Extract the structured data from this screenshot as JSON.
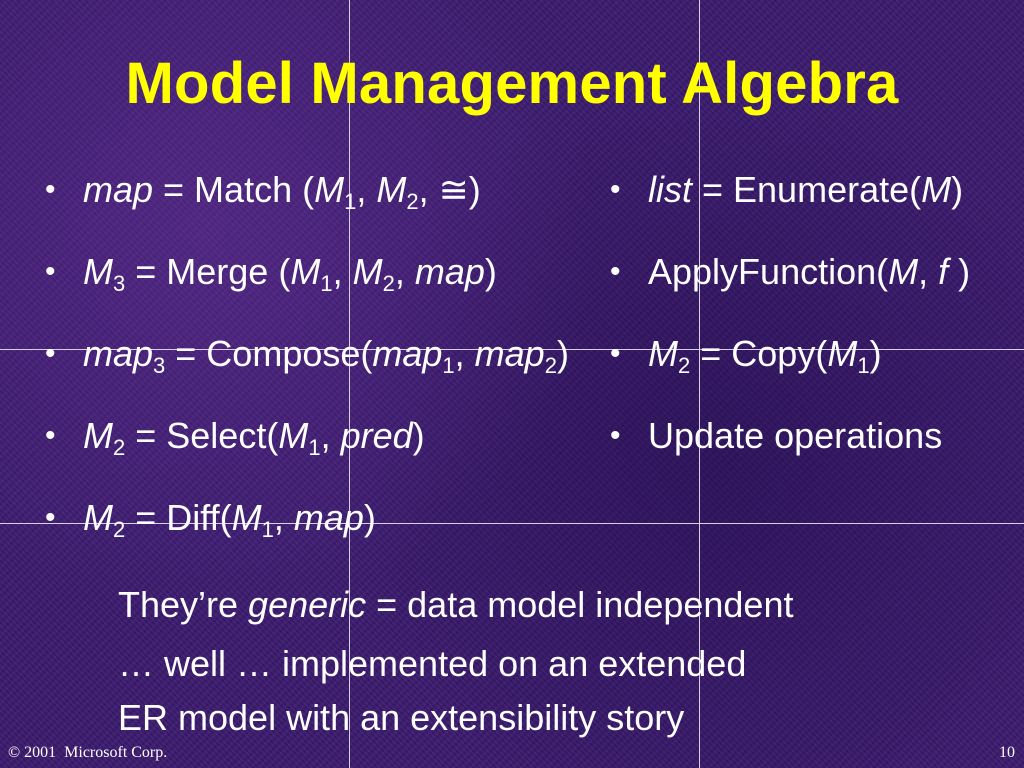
{
  "slide": {
    "title": "Model Management Algebra",
    "left_bullets": [
      {
        "b": "•",
        "p": [
          "map",
          " = Match (",
          "M",
          "1",
          ", ",
          "M",
          "2",
          ", ",
          "≅",
          ")"
        ]
      },
      {
        "b": "•",
        "p": [
          "M",
          "3",
          " = Merge (",
          "M",
          "1",
          ", ",
          "M",
          "2",
          ", ",
          "map",
          ")"
        ]
      },
      {
        "b": "•",
        "p": [
          "map",
          "3",
          " = Compose(",
          "map",
          "1",
          ", ",
          "map",
          "2",
          ")"
        ]
      },
      {
        "b": "•",
        "p": [
          "M",
          "2",
          " = Select(",
          "M",
          "1",
          ", ",
          "pred",
          ")"
        ]
      },
      {
        "b": "•",
        "p": [
          "M",
          "2",
          " = Diff(",
          "M",
          "1",
          ", ",
          "map",
          ")"
        ]
      }
    ],
    "right_bullets": [
      {
        "b": "•",
        "p": [
          "list",
          " = Enumerate(",
          "M",
          ")"
        ]
      },
      {
        "b": "•",
        "p": [
          "ApplyFunction(",
          "M",
          ", ",
          "f",
          " )"
        ]
      },
      {
        "b": "•",
        "p": [
          "M",
          "2",
          " = Copy(",
          "M",
          "1",
          ")"
        ]
      },
      {
        "b": "•",
        "p": [
          "Update operations"
        ]
      }
    ],
    "note": {
      "line1": [
        "They’re ",
        "generic",
        " = data model independent"
      ],
      "line2": "… well … implemented on an extended",
      "line3": "ER model with an extensibility story"
    },
    "footer": {
      "copyright": "© 2001  Microsoft Corp.",
      "page_number": "10"
    },
    "colors": {
      "title": "#ffff00",
      "text": "#ffffff",
      "background": "#3a1a6e",
      "gridlines": "#d8d0e6"
    }
  }
}
